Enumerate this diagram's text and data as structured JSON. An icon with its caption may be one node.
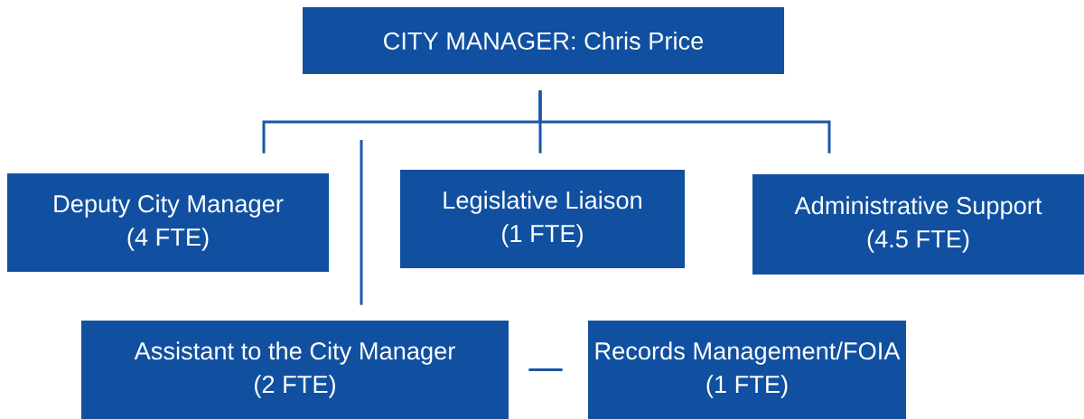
{
  "diagram": {
    "nodes": [
      {
        "text": [
          "CITY MANAGER: Chris Price"
        ]
      },
      {
        "text": [
          "Deputy City Manager",
          "(4 FTE)"
        ]
      },
      {
        "text": [
          "Legislative Liaison",
          "(1 FTE)"
        ]
      },
      {
        "text": [
          "Administrative Support",
          "(4.5 FTE)"
        ]
      },
      {
        "text": [
          "Assistant to the City Manager",
          "(2 FTE)"
        ]
      },
      {
        "text": [
          "Records Management/FOIA",
          "(1 FTE)"
        ]
      }
    ],
    "edges": [
      {
        "from": 0,
        "to": 1,
        "arrow": "none"
      },
      {
        "from": 0,
        "to": 2,
        "arrow": "none"
      },
      {
        "from": 0,
        "to": 3,
        "arrow": "none"
      },
      {
        "from": null,
        "to": 4,
        "arrow": "none"
      },
      {
        "from": 4,
        "to": 5,
        "arrow": "none"
      }
    ]
  }
}
